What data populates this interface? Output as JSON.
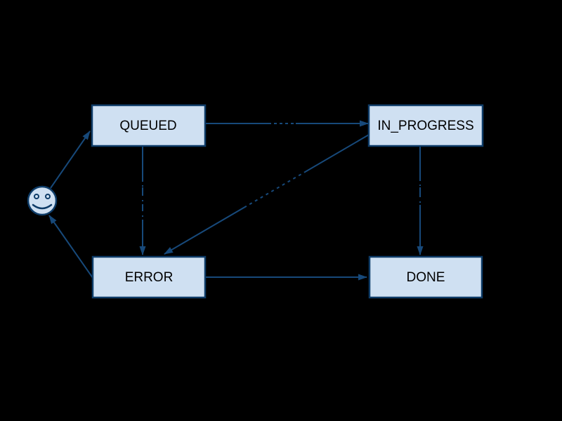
{
  "colors": {
    "background": "#000000",
    "node-fill": "#cfe0f2",
    "node-stroke": "#0e3c68",
    "edge-color": "#17497a",
    "node-text": "#000000"
  },
  "nodes": {
    "start": {
      "type": "smiley-face",
      "label": ""
    },
    "queued": {
      "label": "QUEUED"
    },
    "in_progress": {
      "label": "IN_PROGRESS"
    },
    "error": {
      "label": "ERROR"
    },
    "done": {
      "label": "DONE"
    }
  },
  "edges": [
    {
      "from": "start",
      "to": "queued"
    },
    {
      "from": "queued",
      "to": "in_progress"
    },
    {
      "from": "queued",
      "to": "error"
    },
    {
      "from": "in_progress",
      "to": "error"
    },
    {
      "from": "in_progress",
      "to": "done"
    },
    {
      "from": "error",
      "to": "done"
    },
    {
      "from": "error",
      "to": "start"
    }
  ]
}
